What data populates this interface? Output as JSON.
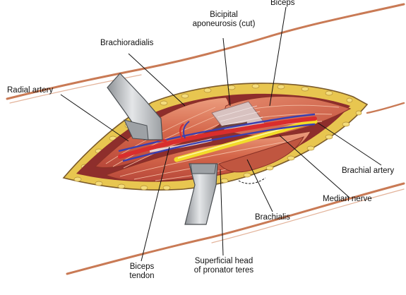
{
  "labels": {
    "biceps": "Biceps",
    "bicipital_line1": "Bicipital",
    "bicipital_line2": "aponeurosis (cut)",
    "brachioradialis": "Brachioradialis",
    "radial_artery": "Radial artery",
    "brachial_artery": "Brachial artery",
    "median_nerve": "Median nerve",
    "brachialis": "Brachialis",
    "biceps_tendon_line1": "Biceps",
    "biceps_tendon_line2": "tendon",
    "pronator_line1": "Superficial head",
    "pronator_line2": "of pronator teres"
  },
  "colors": {
    "skin_line": "#c97a55",
    "fat": "#e6c34a",
    "muscle": "#d4664a",
    "muscle_light": "#e79a7c",
    "artery": "#d92d2d",
    "vein": "#3a3fb0",
    "nerve": "#f2dc2a",
    "retractor": "#b9bcbf",
    "leader": "#111111"
  }
}
